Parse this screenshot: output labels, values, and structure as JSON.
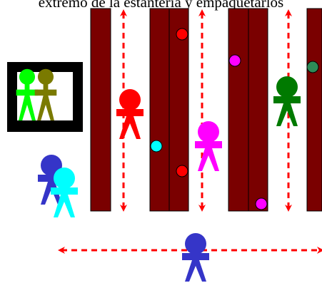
{
  "caption": "extremo de la estantería y empaquetarlos",
  "colors": {
    "shelf": "#7a0000",
    "arrow": "#ff0000",
    "frame": "#000000",
    "person_red": "#ff0000",
    "person_magenta": "#ff00ff",
    "person_green": "#007a00",
    "person_blue": "#3535c8",
    "person_cyan": "#00ffff",
    "person_lime": "#00ff00",
    "person_olive": "#7a7a00",
    "item_red": "#ff0000",
    "item_magenta": "#ff00ff",
    "item_cyan": "#00ffff",
    "item_seagreen": "#2e8b57"
  },
  "icons": {
    "shelf": "shelf-rect",
    "aisle_arrow": "double-arrow-dashed",
    "worker": "person-icon",
    "item": "dot-icon",
    "packing_station": "framed-box"
  }
}
